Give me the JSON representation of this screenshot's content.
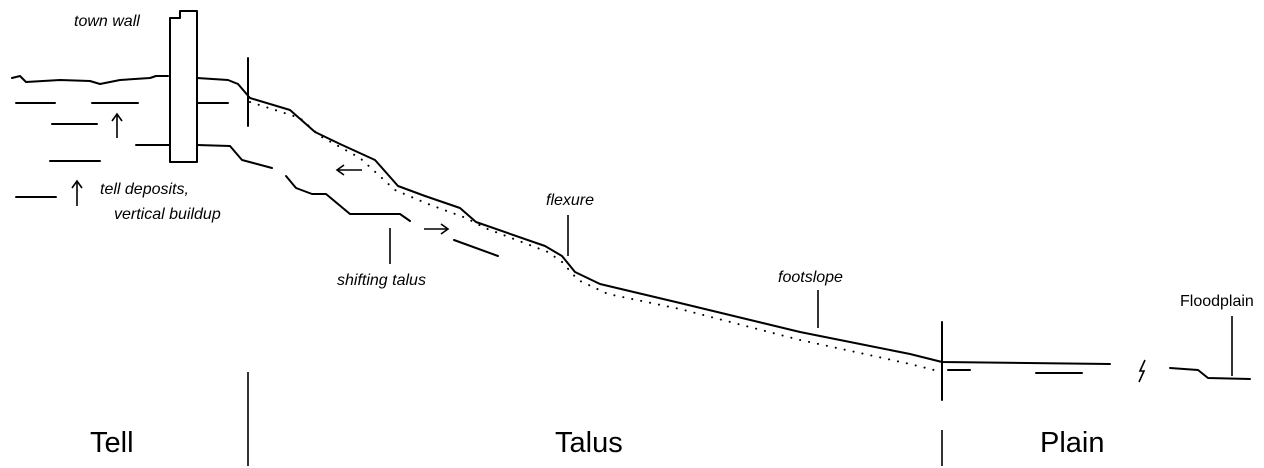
{
  "labels": {
    "town_wall": "town wall",
    "tell_deposits_line1": "tell deposits,",
    "tell_deposits_line2": "vertical buildup",
    "shifting_talus": "shifting talus",
    "flexure": "flexure",
    "footslope": "footslope",
    "floodplain": "Floodplain"
  },
  "zones": {
    "tell": "Tell",
    "talus": "Talus",
    "plain": "Plain"
  }
}
